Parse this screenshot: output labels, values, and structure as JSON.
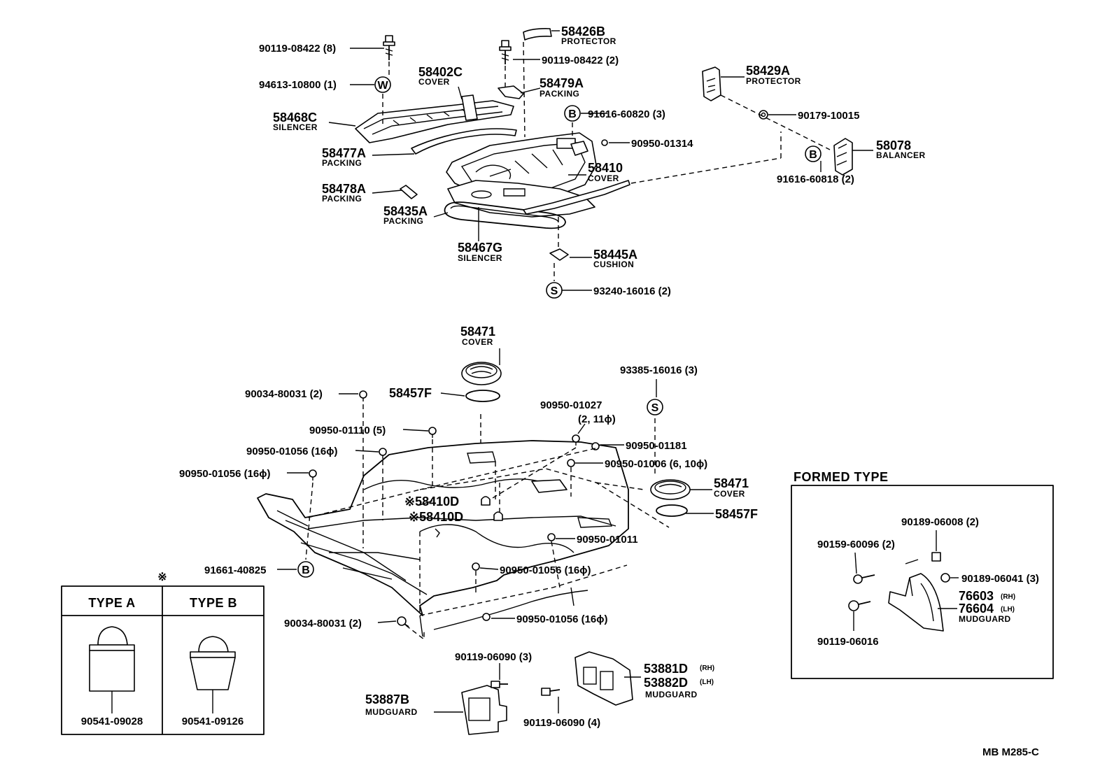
{
  "upper": {
    "p1": "90119-08422 (8)",
    "p2": "58426B",
    "p2n": "PROTECTOR",
    "p3": "90119-08422 (2)",
    "p4": "94613-10800 (1)",
    "p4s": "W",
    "p5": "58402C",
    "p5n": "COVER",
    "p6": "58479A",
    "p6n": "PACKING",
    "p7": "58468C",
    "p7n": "SILENCER",
    "p8": "91616-60820 (3)",
    "p8s": "B",
    "p9": "58477A",
    "p9n": "PACKING",
    "p10": "90950-01314",
    "p11": "58410",
    "p11n": "COVER",
    "p12": "58478A",
    "p12n": "PACKING",
    "p13": "58435A",
    "p13n": "PACKING",
    "p14": "58467G",
    "p14n": "SILENCER",
    "p15": "58445A",
    "p15n": "CUSHION",
    "p16": "93240-16016 (2)",
    "p16s": "S",
    "p17": "58429A",
    "p17n": "PROTECTOR",
    "p18": "90179-10015",
    "p19": "58078",
    "p19n": "BALANCER",
    "p20": "91616-60818 (2)",
    "p20s": "B"
  },
  "lower": {
    "q1": "58471",
    "q1n": "COVER",
    "q2": "58457F",
    "q3": "90034-80031 (2)",
    "q4": "90950-01110 (5)",
    "q5": "90950-01027",
    "q5b": "(2, 11ϕ)",
    "q6": "93385-16016 (3)",
    "q6s": "S",
    "q7": "90950-01056 (16ϕ)",
    "q8": "90950-01181",
    "q9": "90950-01006 (6, 10ϕ)",
    "q10": "90950-01056 (16ϕ)",
    "q11": "58471",
    "q11n": "COVER",
    "q12": "※58410D",
    "q13": "※58410D",
    "q14": "58457F",
    "q15": "90950-01011",
    "q16": "91661-40825",
    "q16s": "B",
    "q17": "90950-01056 (16ϕ)",
    "q18": "90034-80031 (2)",
    "q19": "90950-01056 (16ϕ)",
    "q20": "90119-06090 (3)",
    "q21": "53881D",
    "q21r": "(RH)",
    "q22": "53882D",
    "q22r": "(LH)",
    "q22n": "MUDGUARD",
    "q23": "53887B",
    "q23n": "MUDGUARD",
    "q24": "90119-06090 (4)"
  },
  "typebox": {
    "mark": "※",
    "typeA": "TYPE  A",
    "typeB": "TYPE  B",
    "partA": "90541-09028",
    "partB": "90541-09126"
  },
  "formed": {
    "title": "FORMED  TYPE",
    "f1": "90189-06008 (2)",
    "f2": "90159-60096 (2)",
    "f3": "90189-06041 (3)",
    "f4": "76603",
    "f4r": "(RH)",
    "f5": "76604",
    "f5r": "(LH)",
    "f5n": "MUDGUARD",
    "f6": "90119-06016"
  },
  "footer": {
    "code": "MB  M285-C"
  }
}
